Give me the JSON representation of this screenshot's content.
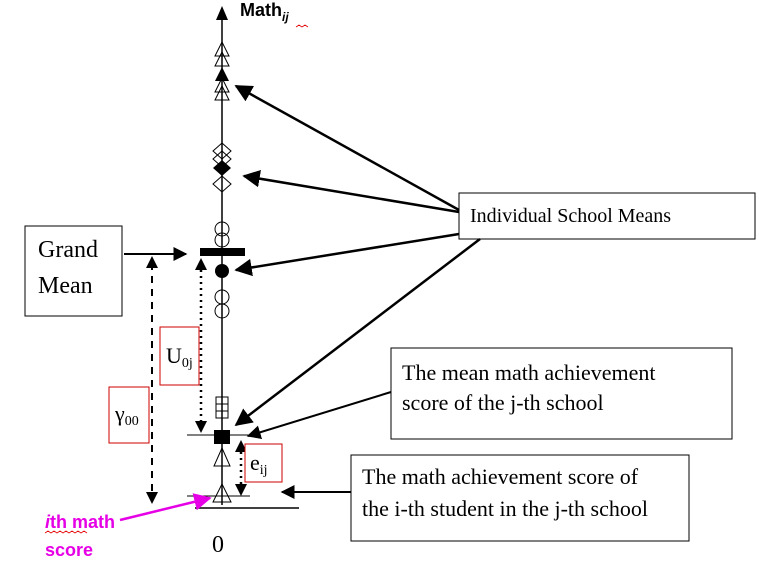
{
  "axis": {
    "y_label_main": "Math",
    "y_label_sub": "ij",
    "zero_label": "0"
  },
  "boxes": {
    "grand_mean_line1": "Grand",
    "grand_mean_line2": "Mean",
    "individual_school_means": "Individual School Means",
    "school_mean_line1": "The mean math achievement",
    "school_mean_line2": "score of the j-th school",
    "student_score_line1": "The math achievement score of",
    "student_score_line2": "the i-th student in the j-th school"
  },
  "labels": {
    "u0j_main": "U",
    "u0j_sub": "0j",
    "gamma_main": "γ",
    "gamma_sub": "00",
    "eij_main": "e",
    "eij_sub": "ij",
    "ith_line1_italic": "i",
    "ith_line1_rest": "th math",
    "ith_line2": "score"
  },
  "colors": {
    "ink": "#000000",
    "annotation": "#e600e6",
    "label_box_border": "#cc0000"
  }
}
